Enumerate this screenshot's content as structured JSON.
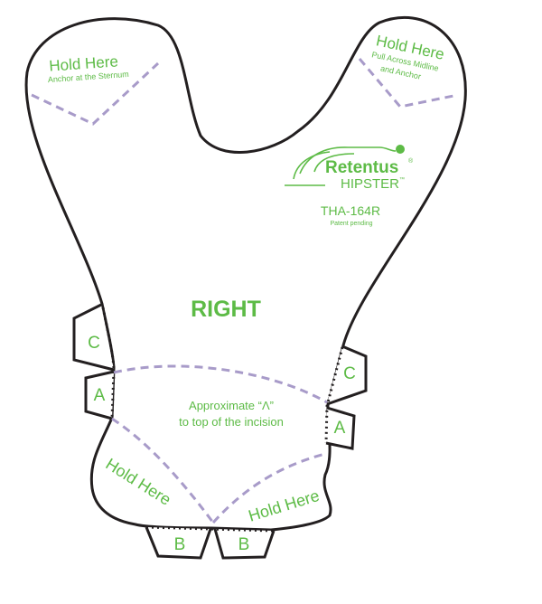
{
  "colors": {
    "outline": "#231f20",
    "guide_dashed": "#a89bc9",
    "perforation": "#231f20",
    "label_green": "#5dbb46",
    "background": "#ffffff"
  },
  "hold_left": {
    "title": "Hold Here",
    "subtitle": "Anchor at the Sternum"
  },
  "hold_right": {
    "title": "Hold Here",
    "line1": "Pull Across Midline",
    "line2": "and Anchor"
  },
  "brand": {
    "logo_name": "Retentus",
    "logo_mark": "®",
    "product": "HIPSTER",
    "product_mark": "™",
    "model": "THA-164R",
    "patent": "Patent pending"
  },
  "side_label": "RIGHT",
  "instruction": {
    "line1": "Approximate “Λ”",
    "line2": "to top of the incision"
  },
  "tabs": {
    "c_left": "C",
    "a_left": "A",
    "c_right": "C",
    "a_right": "A",
    "b_left": "B",
    "b_right": "B"
  },
  "hold_bottom_left": "Hold Here",
  "hold_bottom_right": "Hold Here"
}
